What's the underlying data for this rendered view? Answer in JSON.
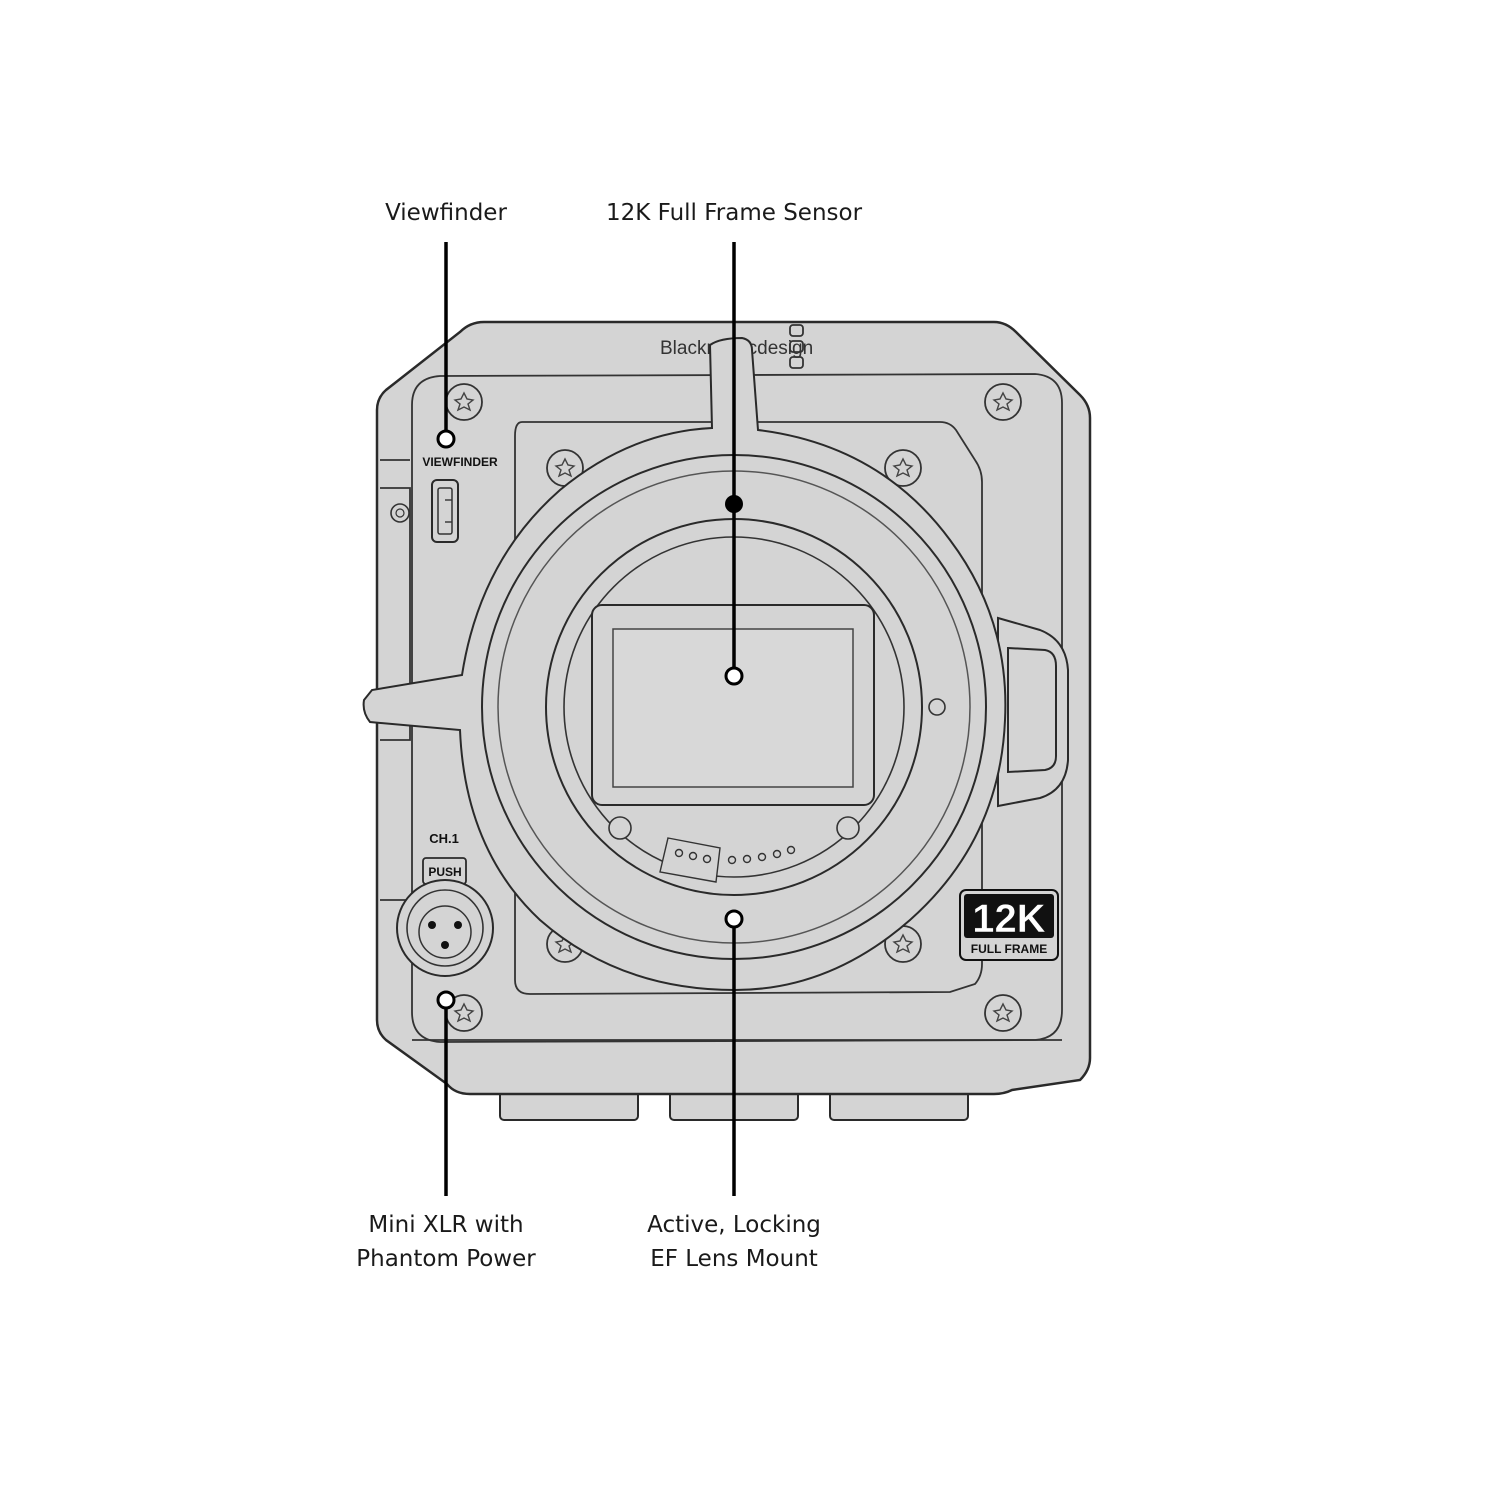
{
  "callouts": {
    "viewfinder": "Viewfinder",
    "sensor": "12K Full Frame Sensor",
    "xlr_line1": "Mini XLR with",
    "xlr_line2": "Phantom Power",
    "mount_line1": "Active, Locking",
    "mount_line2": "EF Lens Mount"
  },
  "camera_markings": {
    "brand": "Blackmagicdesign",
    "viewfinder_port": "VIEWFINDER",
    "channel": "CH.1",
    "push": "PUSH",
    "badge_main": "12K",
    "badge_sub": "FULL FRAME"
  },
  "colors": {
    "body_fill": "#d4d4d4",
    "outline": "#2a2a2a",
    "leader": "#000000"
  }
}
